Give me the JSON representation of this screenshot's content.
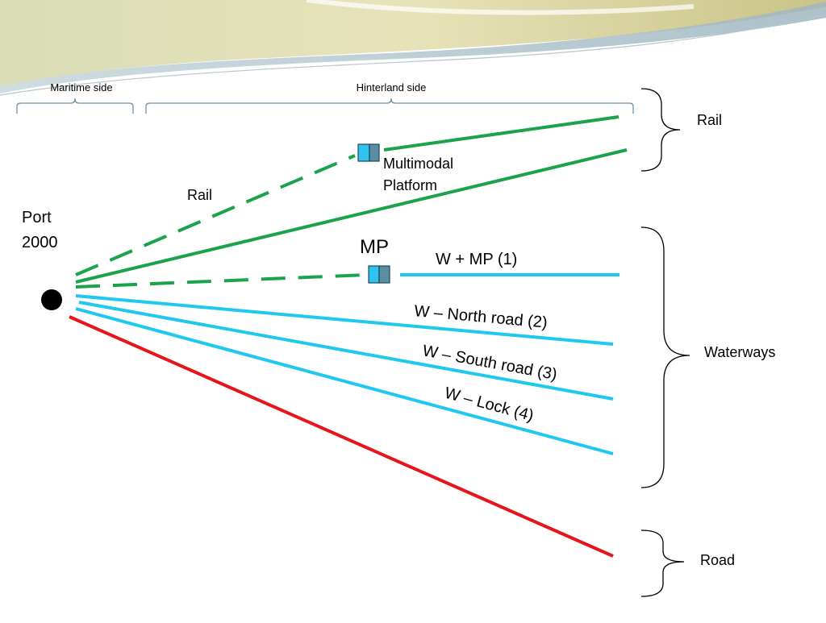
{
  "labels": {
    "maritime_side": "Maritime side",
    "hinterland_side": "Hinterland side",
    "port_line1": "Port",
    "port_line2": "2000",
    "rail_left": "Rail",
    "multimodal_line1": "Multimodal",
    "multimodal_line2": "Platform",
    "mp": "MP",
    "route_w_mp": "W + MP (1)",
    "route_w_north": "W – North road (2)",
    "route_w_south": "W – South road (3)",
    "route_w_lock": "W – Lock (4)",
    "group_rail": "Rail",
    "group_waterways": "Waterways",
    "group_road": "Road"
  },
  "colors": {
    "rail": "#1aa34a",
    "waterway": "#1ec8ef",
    "road": "#e8141b",
    "platform_light": "#2fc4ee",
    "platform_dark": "#5b8ea3",
    "bracket": "#000000"
  },
  "icons": {
    "port": "port-dot-icon",
    "platform": "platform-box-icon"
  }
}
